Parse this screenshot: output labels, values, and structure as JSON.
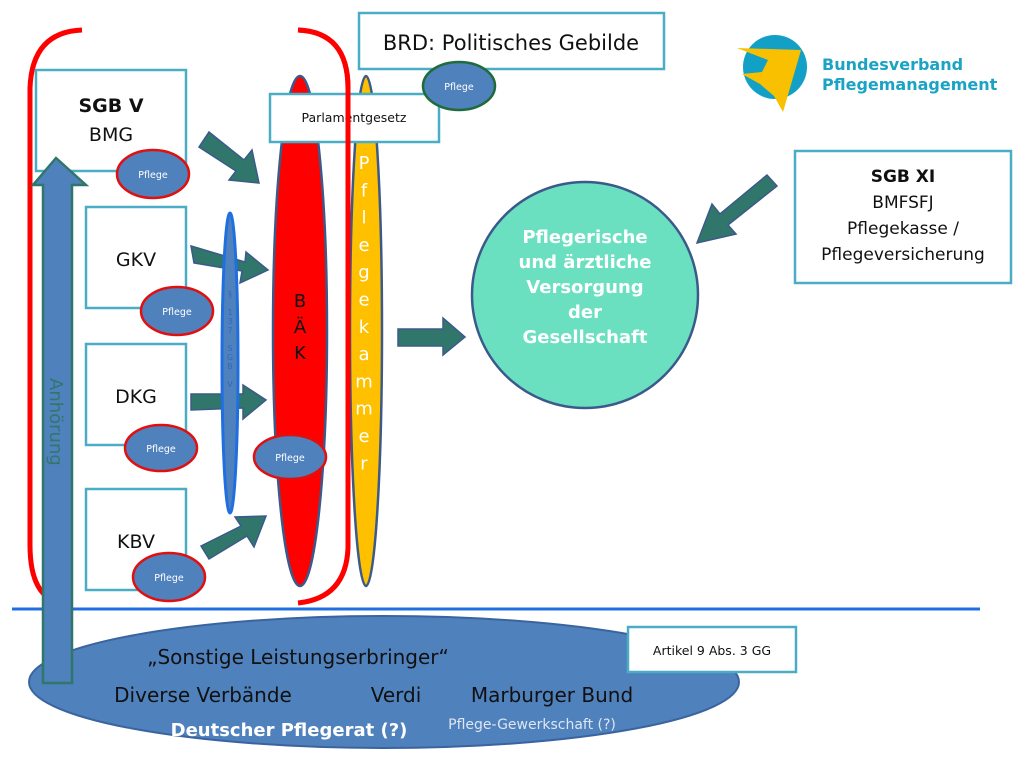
{
  "title_box": {
    "label": "BRD: Politisches Gebilde",
    "badge": "Pflege"
  },
  "parliament_box": {
    "label": "Parlamentgesetz"
  },
  "logo": {
    "line1": "Bundesverband",
    "line2": "Pflegemanagement",
    "colors": {
      "circle": "#12a0c6",
      "star": "#f9c000",
      "text": "#1aa3c4"
    }
  },
  "left_group": {
    "boxes": [
      {
        "id": "sgb-v",
        "title": "SGB V",
        "subtitle": "BMG",
        "badge": "Pflege"
      },
      {
        "id": "gkv",
        "title": "",
        "subtitle": "GKV",
        "badge": "Pflege"
      },
      {
        "id": "dkg",
        "title": "",
        "subtitle": "DKG",
        "badge": "Pflege"
      },
      {
        "id": "kbv",
        "title": "",
        "subtitle": "KBV",
        "badge": "Pflege"
      }
    ],
    "anhoerung_label": "Anhörung"
  },
  "paragraph_ellipse": {
    "chars": [
      "§",
      "",
      "1",
      "3",
      "7",
      "",
      "S",
      "G",
      "B",
      "",
      "V"
    ]
  },
  "baek": {
    "chars": [
      "B",
      "Ä",
      "K"
    ],
    "badge": "Pflege"
  },
  "pflegekammer": {
    "chars": [
      "P",
      "f",
      "l",
      "e",
      "g",
      "e",
      "k",
      "a",
      "m",
      "m",
      "e",
      "r"
    ]
  },
  "center_circle": {
    "lines": [
      "Pflegerische",
      "und ärztliche",
      "Versorgung",
      "der",
      "Gesellschaft"
    ]
  },
  "sgb_xi_box": {
    "title": "SGB XI",
    "lines": [
      "BMFSFJ",
      "Pflegekasse /",
      "Pflegeversicherung"
    ]
  },
  "bottom_ellipse": {
    "heading": "„Sonstige Leistungserbringer“",
    "row": [
      "Diverse Verbände",
      "Verdi",
      "Marburger Bund"
    ],
    "pflegerat": "Deutscher Pflegerat (?)",
    "gewerkschaft": "Pflege-Gewerkschaft  (?)"
  },
  "artikel_box": {
    "label": "Artikel 9 Abs. 3 GG"
  },
  "colors": {
    "box_border": "#4bacc6",
    "red": "#ff0000",
    "blue_fill": "#4f81bd",
    "arrow_fill": "#31766b",
    "arrow_stroke": "#3b5a8a",
    "yellow": "#ffc000",
    "teal_circle": "#6ae0c0",
    "divider": "#1f6fe0"
  }
}
